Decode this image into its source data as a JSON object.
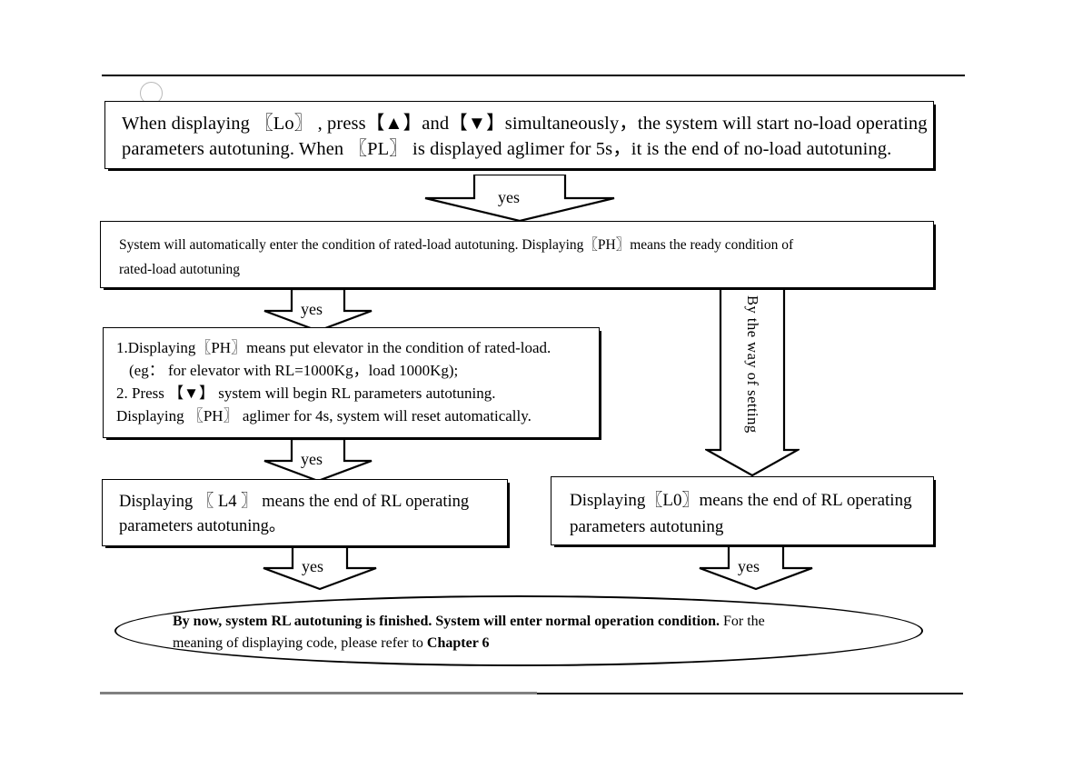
{
  "document": {
    "title": "RL autotuning flowchart"
  },
  "header": {
    "circle_marker": "circle-marker"
  },
  "nodes": {
    "start": {
      "name": "no-load-autotuning-box",
      "lines": [
        "When  displaying  〖Lo〗 ,  press【▲】and【▼】simultaneously，the system will start no-load operating",
        "parameters autotuning. When    〖PL〗 is displayed aglimer for 5s，it is the end of no-load autotuning."
      ]
    },
    "rated": {
      "name": "rated-load-ready-box",
      "lines": [
        "System will automatically enter the condition of rated-load autotuning. Displaying〖PH〗means the ready condition of",
        "rated-load autotuning"
      ]
    },
    "steps": {
      "name": "rated-load-steps-box",
      "lines": [
        "1.Displaying〖PH〗means put elevator in the condition of rated-load.",
        "(eg：   for elevator with RL=1000Kg，load 1000Kg);",
        "2. Press 【▼】 system  will  begin  RL  parameters    autotuning.",
        "Displaying  〖PH〗 aglimer for 4s, system will reset automatically."
      ]
    },
    "l4": {
      "name": "l4-end-box",
      "lines": [
        "Displaying   〖 L4 〗 means  the  end  of  RL  operating",
        "parameters   autotuning。"
      ]
    },
    "l0": {
      "name": "l0-end-box",
      "lines": [
        "Displaying〖L0〗means the end of RL operating",
        "parameters  autotuning"
      ]
    },
    "final": {
      "name": "final-summary-ellipse",
      "line1_bold": "By now, system RL autotuning is finished. System will enter normal operation condition.",
      "line1_rest": " For the",
      "line2_rest": "meaning of displaying code, please refer to ",
      "line2_bold": "Chapter 6"
    }
  },
  "connectors": {
    "yes_label": "yes",
    "arrow_start_to_rated": {
      "name": "arrow-start-to-rated",
      "label": "yes"
    },
    "arrow_rated_to_steps": {
      "name": "arrow-rated-to-steps",
      "label": "yes"
    },
    "arrow_steps_to_l4": {
      "name": "arrow-steps-to-l4",
      "label": "yes"
    },
    "arrow_l4_to_final": {
      "name": "arrow-l4-to-final",
      "label": "yes"
    },
    "arrow_l0_to_final": {
      "name": "arrow-l0-to-final",
      "label": "yes"
    },
    "arrow_bypass": {
      "name": "arrow-by-the-way-of-setting",
      "label": "By the way of setting"
    }
  },
  "colors": {
    "ink": "#000000",
    "rule_gray": "#808080",
    "circle_gray": "#b9b9b9"
  }
}
